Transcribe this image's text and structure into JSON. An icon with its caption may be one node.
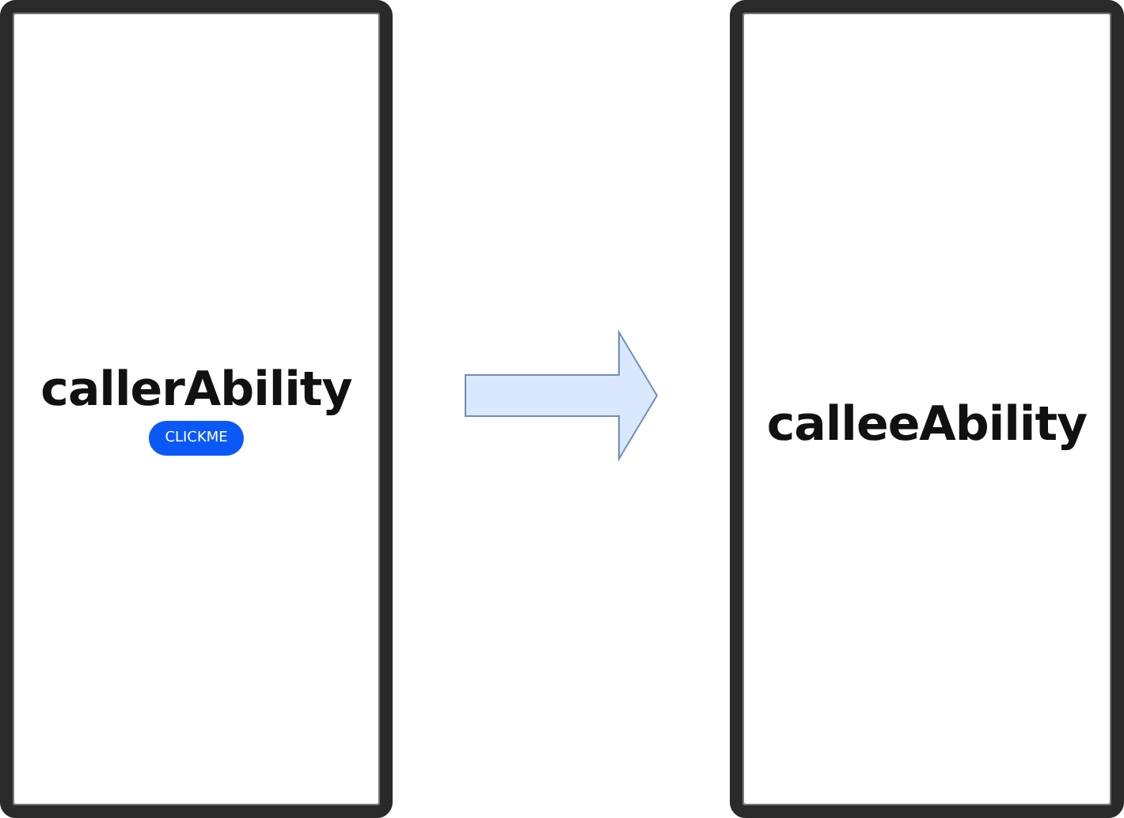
{
  "diagram": {
    "nodes": [
      {
        "text": [
          "callerAbility",
          "CLICKME"
        ]
      },
      {
        "text": [
          "calleeAbility"
        ]
      }
    ],
    "edges": [
      {
        "from": 0,
        "to": 1,
        "arrow": "to"
      }
    ]
  }
}
